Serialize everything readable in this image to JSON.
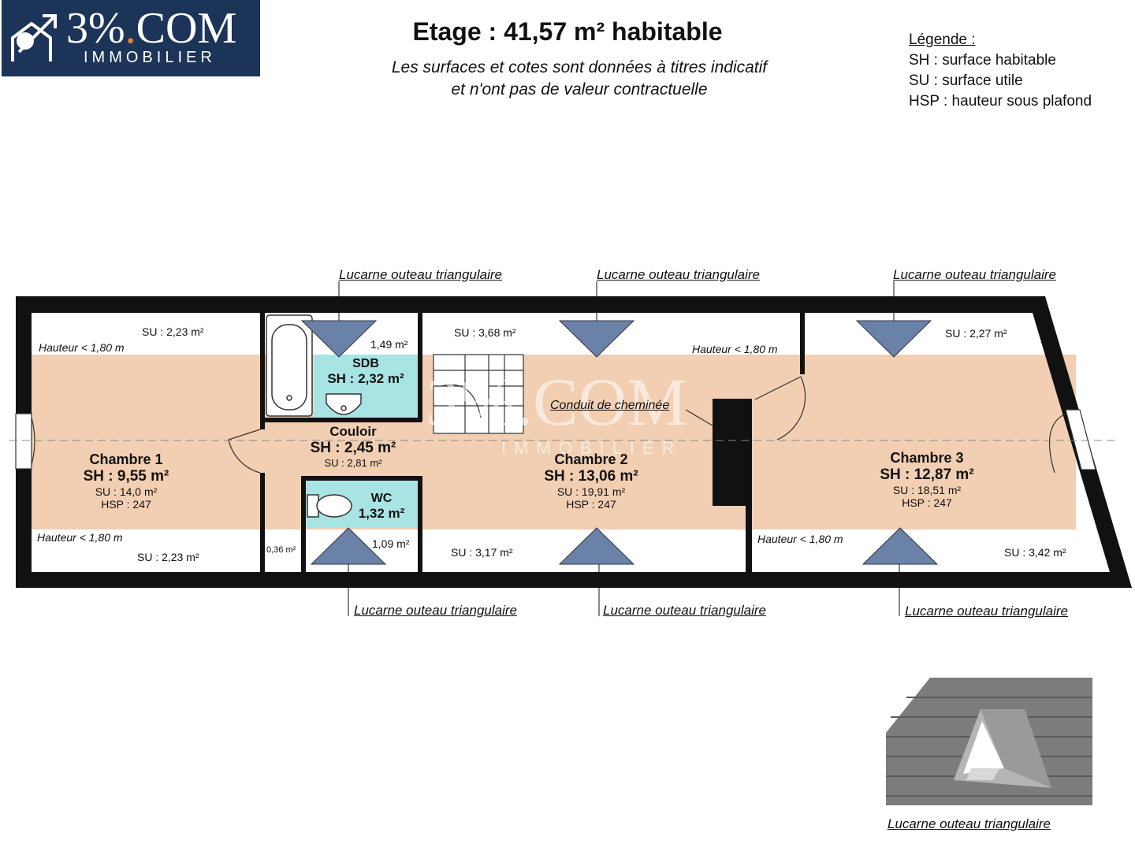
{
  "logo": {
    "brand": "3%.COM",
    "brand_main": "3%",
    "brand_dot": ".",
    "brand_end": "COM",
    "tagline": "IMMOBILIER"
  },
  "header": {
    "title": "Etage : 41,57 m² habitable",
    "subtitle_line1": "Les surfaces et cotes sont données à titres indicatif",
    "subtitle_line2": "et n'ont pas de valeur contractuelle"
  },
  "legend": {
    "title": "Légende :",
    "items": [
      "SH : surface habitable",
      "SU : surface utile",
      "HSP : hauteur sous plafond"
    ]
  },
  "rooms": {
    "chambre1": {
      "name": "Chambre 1",
      "sh": "SH : 9,55 m²",
      "su": "SU : 14,0 m²",
      "hsp": "HSP : 247"
    },
    "sdb": {
      "name": "SDB",
      "sh": "SH : 2,32 m²"
    },
    "couloir": {
      "name": "Couloir",
      "sh": "SH : 2,45 m²",
      "su": "SU : 2,81 m²"
    },
    "wc": {
      "name": "WC",
      "sh": "1,32 m²"
    },
    "chambre2": {
      "name": "Chambre 2",
      "sh": "SH : 13,06 m²",
      "su": "SU : 19,91 m²",
      "hsp": "HSP : 247"
    },
    "chambre3": {
      "name": "Chambre 3",
      "sh": "SH : 12,87 m²",
      "su": "SU : 18,51 m²",
      "hsp": "HSP : 247"
    }
  },
  "areas": {
    "c1_top": "SU : 2,23 m²",
    "c1_bottom": "SU : 2,23 m²",
    "sdb_su": "1,49 m²",
    "c2_top": "SU : 3,68 m²",
    "c2_bottom": "SU : 3,17 m²",
    "c3_top": "SU : 2,27 m²",
    "c3_bottom": "SU : 3,42 m²",
    "wc_su": "1,09 m²",
    "couloir_small": "0,36 m²"
  },
  "heights": {
    "h1": "Hauteur < 1,80 m",
    "h2": "Hauteur < 1,80 m",
    "h3": "Hauteur < 1,80 m",
    "h4": "Hauteur < 1,80 m"
  },
  "annotations": {
    "conduit": "Conduit  de cheminée",
    "lucarne": "Lucarne outeau triangulaire"
  },
  "watermark": {
    "main": "3%.COM",
    "sub": "IMMOBILIER"
  },
  "colors": {
    "habitable": "#f2cfb2",
    "wet_room": "#a9e4e4",
    "wall": "#111111",
    "dormer": "#6b82a8",
    "logo_bg": "#1c3458",
    "logo_accent": "#e8862a"
  }
}
